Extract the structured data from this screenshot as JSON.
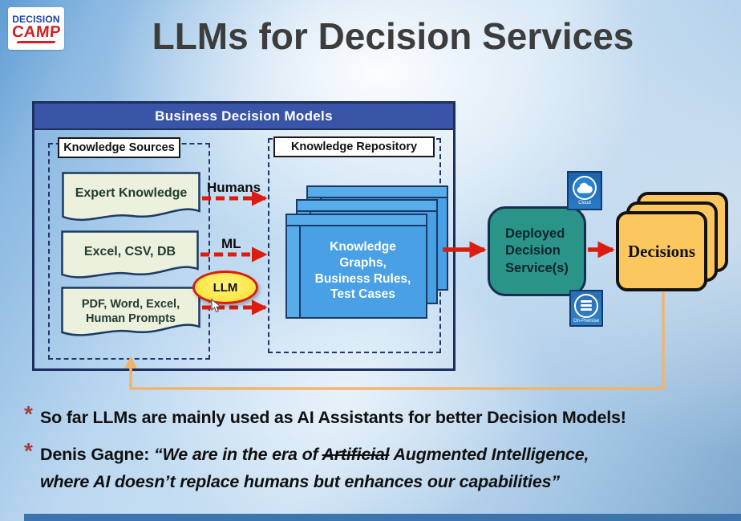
{
  "logo": {
    "top": "DECISION",
    "bottom": "CAMP"
  },
  "title": "LLMs for Decision Services",
  "diagram": {
    "header": "Business Decision Models",
    "sources": {
      "label": "Knowledge Sources",
      "doc1": "Expert Knowledge",
      "doc2": "Excel, CSV, DB",
      "doc3": "PDF, Word, Excel,\nHuman Prompts"
    },
    "arrows": {
      "humans": "Humans",
      "ml": "ML",
      "llm": "LLM"
    },
    "repository": {
      "label": "Knowledge Repository",
      "stack_text": "Knowledge\nGraphs,\nBusiness Rules,\nTest Cases"
    },
    "deployed": {
      "text": "Deployed\nDecision\nService(s)",
      "cloud_label": "Cloud",
      "onprem_label": "On-Premise"
    },
    "decisions": {
      "label": "Decisions"
    }
  },
  "footnotes": {
    "bullet": "*",
    "line1": "So far LLMs are mainly used as AI Assistants for better Decision Models!",
    "quote_author": "Denis Gagne: ",
    "quote_part1": "“We are in the era of ",
    "quote_strike": "Artificial",
    "quote_part2": " Augmented Intelligence,",
    "quote_line2": "where AI doesn’t replace humans but enhances our capabilities”"
  },
  "icons": {
    "cloud": "cloud-icon",
    "onprem": "server-stack-icon",
    "cursor": "mouse-pointer-icon"
  },
  "colors": {
    "header_blue": "#3a55a8",
    "arrow_red": "#da1c12",
    "feedback_orange": "#f2b46b",
    "repo_card_blue": "#49a0e4",
    "service_teal": "#2b9488",
    "decision_orange": "#fbc75e",
    "llm_yellow": "#ffe94f",
    "doc_fill": "#ebf1dc"
  }
}
